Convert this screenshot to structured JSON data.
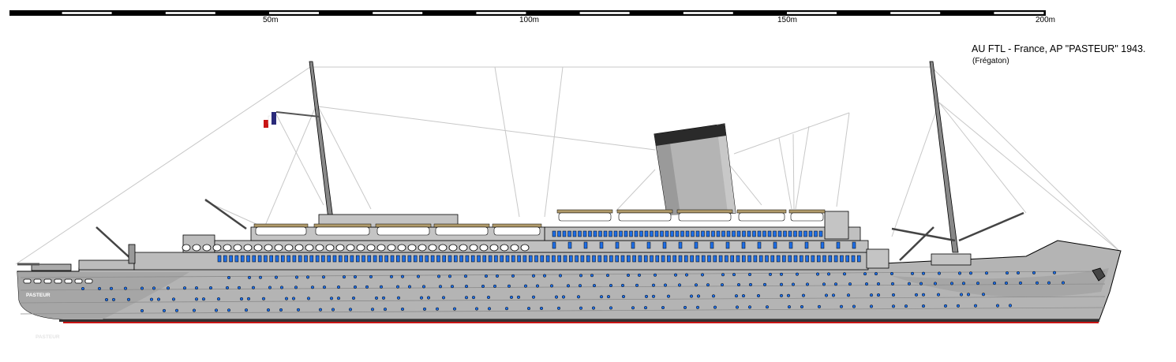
{
  "header": {
    "title": "AU FTL - France, AP \"PASTEUR\" 1943.",
    "author": "(Frégaton)"
  },
  "scale_bar": {
    "labels": [
      "50m",
      "100m",
      "150m",
      "200m"
    ]
  },
  "ship": {
    "hull_name": "PASTEUR",
    "watermark": "PASTEUR"
  },
  "colors": {
    "hull": "#b4b4b4",
    "hull_shadow": "#a0a0a0",
    "superstructure": "#bcbcbc",
    "funnel_cap": "#2a2a2a",
    "porthole": "#1e6ee6",
    "boot_top": "#c81414",
    "keel": "#333333",
    "rigging": "#c8c8c8"
  }
}
